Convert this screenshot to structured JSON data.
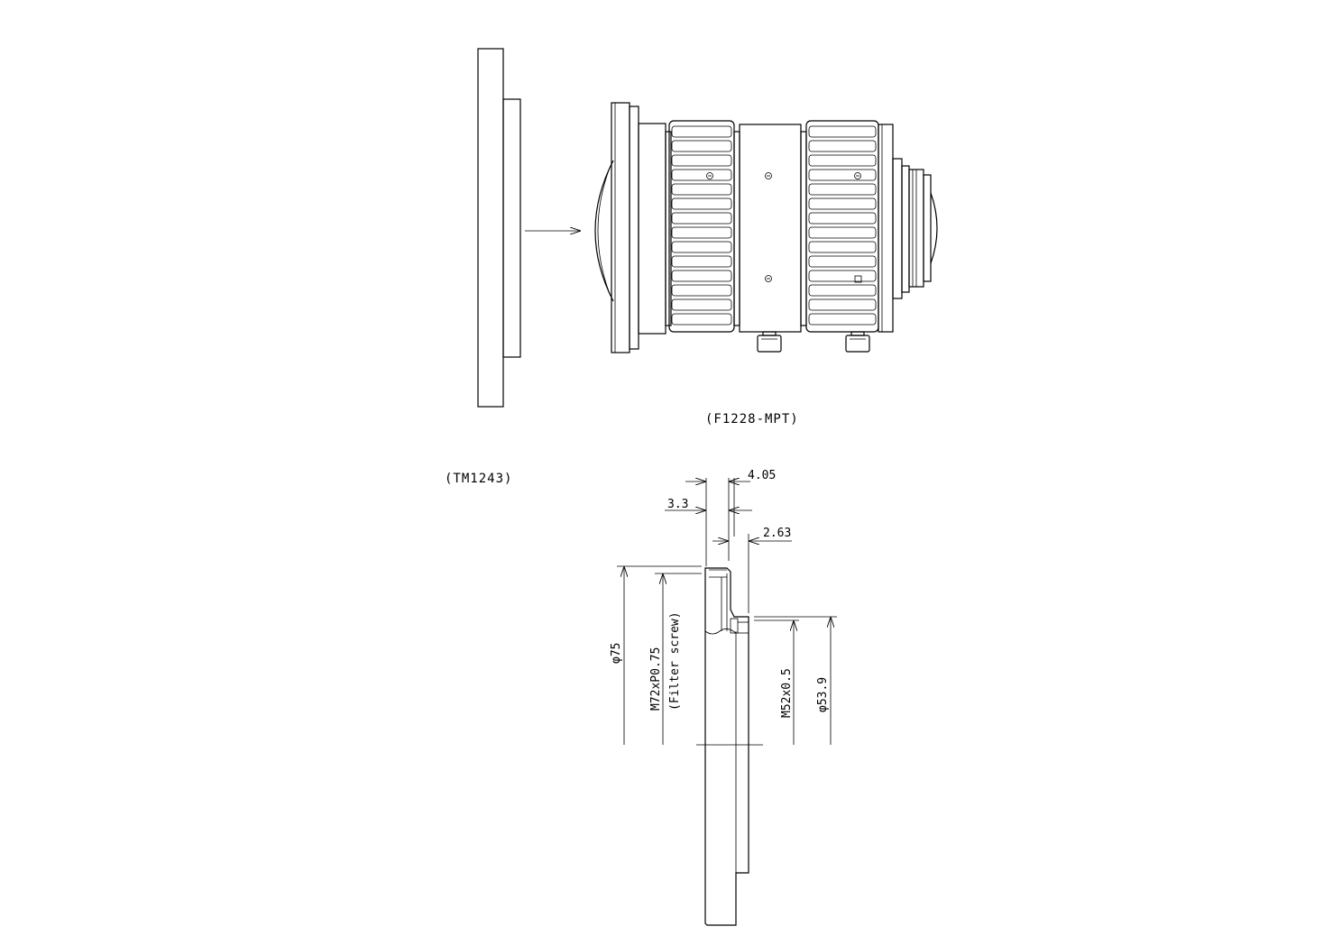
{
  "labels": {
    "lens_model": "(F1228-MPT)",
    "adapter_model": "(TM1243)"
  },
  "dimensions": {
    "d1": "4.05",
    "d2": "3.3",
    "d3": "2.63",
    "outer_diameter": "φ75",
    "filter_thread": "M72xP0.75",
    "filter_note": "(Filter screw)",
    "mount_thread": "M52x0.5",
    "inner_diameter": "φ53.9"
  }
}
